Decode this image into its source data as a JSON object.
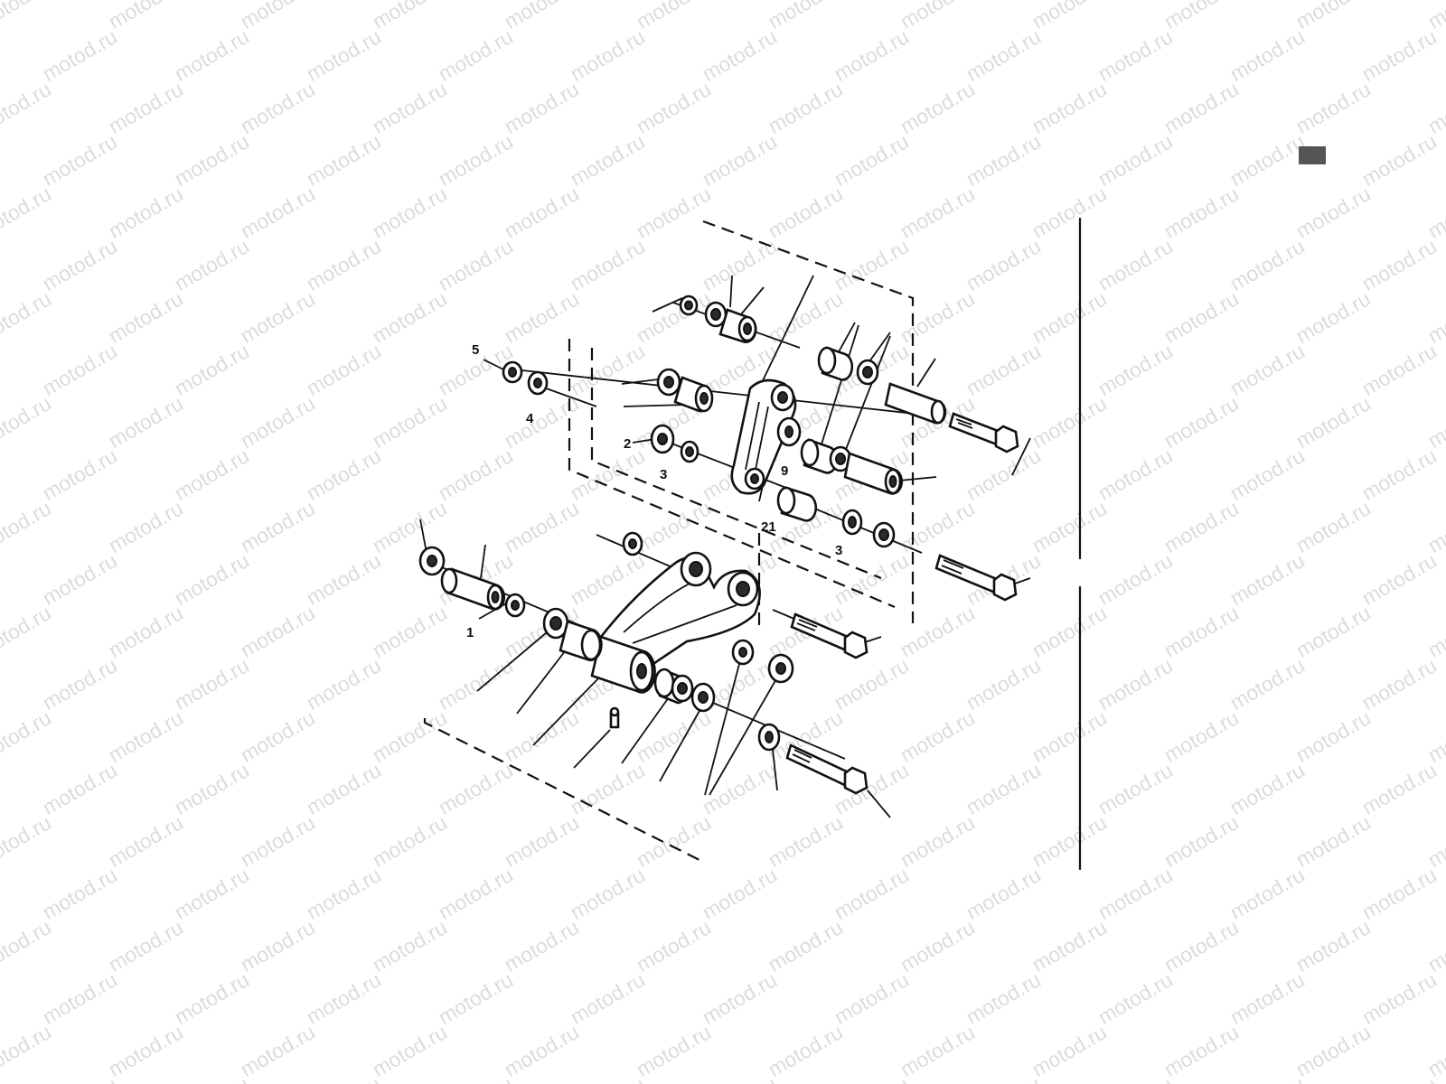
{
  "watermark": {
    "text": "motod.ru",
    "color": "#dcdcdc"
  },
  "callouts": [
    {
      "id": "c5",
      "text": "5"
    },
    {
      "id": "c4",
      "text": "4"
    },
    {
      "id": "c2",
      "text": "2"
    },
    {
      "id": "c3a",
      "text": "3"
    },
    {
      "id": "c9",
      "text": "9"
    },
    {
      "id": "c21",
      "text": "21"
    },
    {
      "id": "c3b",
      "text": "3"
    },
    {
      "id": "c1",
      "text": "1"
    }
  ],
  "marker": {
    "color": "#555555"
  }
}
